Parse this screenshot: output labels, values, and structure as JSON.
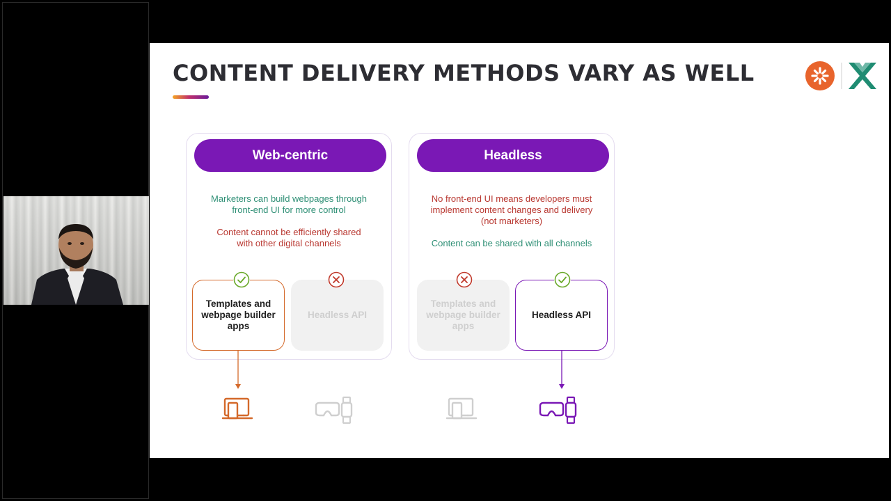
{
  "slide": {
    "title": "CONTENT DELIVERY METHODS VARY AS WELL",
    "left_panel": {
      "heading": "Web-centric",
      "pro": "Marketers can build webpages through front-end UI for more control",
      "con": "Content cannot be efficiently shared with other digital channels",
      "option_selected": "Templates and webpage builder apps",
      "option_unselected": "Headless API"
    },
    "right_panel": {
      "heading": "Headless",
      "con": "No front-end UI means developers must implement content changes and delivery (not marketers)",
      "pro": "Content can be shared with all channels",
      "option_unselected": "Templates and webpage builder apps",
      "option_selected": "Headless API"
    }
  },
  "icons": {
    "check": "check-circle-icon",
    "cross": "x-circle-icon",
    "web_devices": "laptop-tablet-icon",
    "headless_devices": "vr-headset-smartwatch-icon"
  },
  "colors": {
    "pill": "#7a18b5",
    "pro_text": "#2e8f75",
    "con_text": "#b8362f",
    "web_accent": "#d4692a",
    "headless_accent": "#7a18b5",
    "check": "#6aa92a",
    "cross": "#c0392b",
    "logo_orange": "#e8642c",
    "logo_teal": "#1f8c72"
  }
}
